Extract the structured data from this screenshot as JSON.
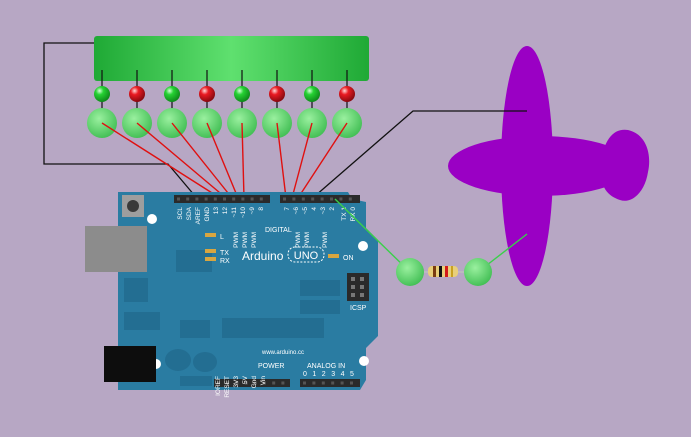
{
  "colors": {
    "background": "#b7a7c4",
    "board": "#2a7ca2",
    "board_dark": "#1f6688",
    "strip": "#22b43c",
    "node": "#5ccf6a",
    "led_green": "#18c82a",
    "led_red": "#e0101c",
    "wire_red": "#e01010",
    "wire_black": "#111111",
    "wire_green": "#3ad04a",
    "airplane": "#9a00c4"
  },
  "leds": [
    "green",
    "red",
    "green",
    "red",
    "green",
    "red",
    "green",
    "red"
  ],
  "board": {
    "brand": "Arduino",
    "model": "UNO",
    "on_label": "ON",
    "digital_label": "DIGITAL",
    "website": "www.arduino.cc",
    "power_label": "POWER",
    "analog_label": "ANALOG IN",
    "icsp_label": "ICSP",
    "l_label": "L",
    "tx_label": "TX",
    "rx_label": "RX",
    "top_pin_labels": [
      "SCL",
      "SDA",
      "AREF",
      "GND",
      "13",
      "12",
      "~11",
      "~10",
      "~9",
      "8",
      "7",
      "~6",
      "~5",
      "4",
      "~3",
      "2",
      "TX 1",
      "RX 0"
    ],
    "pwm_labels": [
      "PWM",
      "PWM",
      "PWM",
      "PWM",
      "PWM",
      "PWM"
    ],
    "power_pins": [
      "IOREF",
      "RESET",
      "3V3",
      "5V",
      "Gnd",
      "Vin"
    ],
    "analog_pins": [
      "0",
      "1",
      "2",
      "3",
      "4",
      "5"
    ]
  }
}
